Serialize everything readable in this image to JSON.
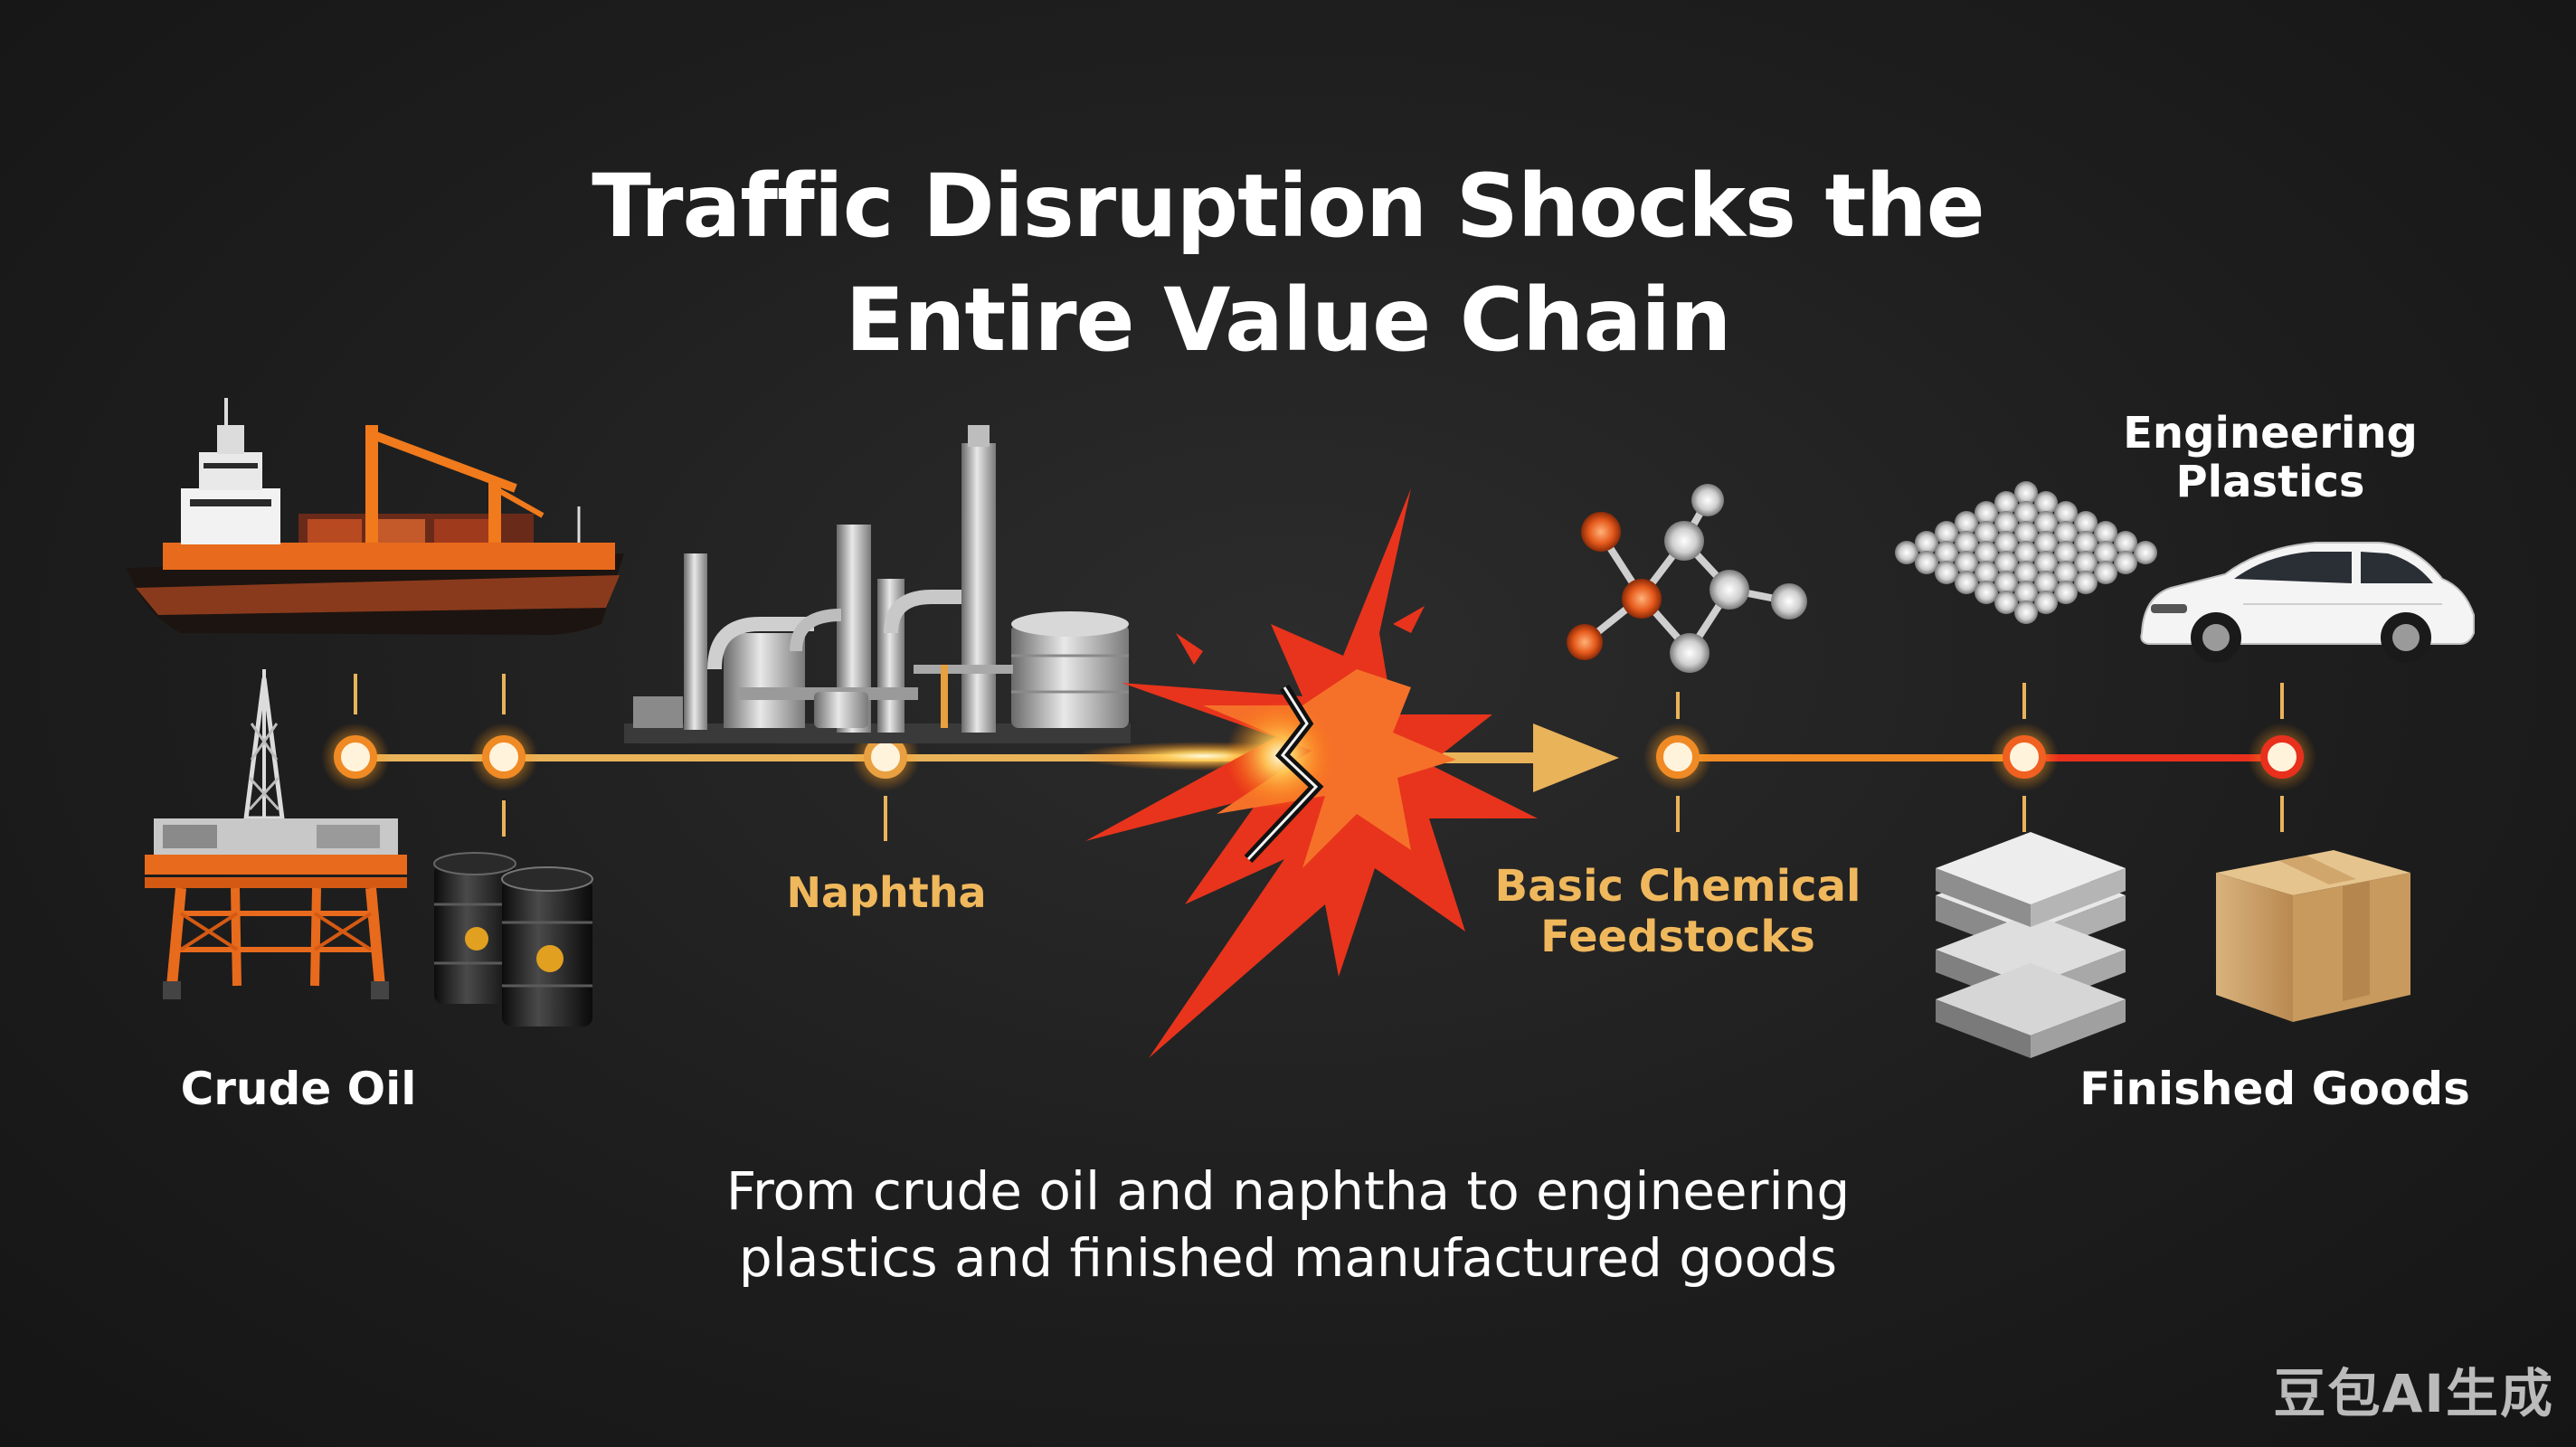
{
  "title": {
    "line1": "Traffic Disruption Shocks the",
    "line2": "Entire Value Chain"
  },
  "stages": {
    "crude_oil": "Crude Oil",
    "naphtha": "Naphtha",
    "basic_chemical": {
      "line1": "Basic Chemical",
      "line2": "Feedstocks"
    },
    "engineering_plastics": {
      "line1": "Engineering",
      "line2": "Plastics"
    },
    "finished_goods": "Finished Goods"
  },
  "subtitle": {
    "line1": "From crude oil and naphtha to engineering",
    "line2": "plastics and finished manufactured goods"
  },
  "watermark": "豆包AI生成",
  "colors": {
    "background": "#1e1e1e",
    "chain_gold": "#e9b35a",
    "chain_orange": "#f08a24",
    "chain_red": "#e8301c",
    "burst_red": "#e8341c",
    "label_gold": "#f0b85c",
    "text_white": "#ffffff"
  },
  "icons": [
    "cargo-ship-icon",
    "oil-rig-icon",
    "oil-barrels-icon",
    "refinery-icon",
    "explosion-icon",
    "molecule-icon",
    "pellets-icon",
    "car-icon",
    "plastic-sheets-icon",
    "cardboard-box-icon"
  ]
}
